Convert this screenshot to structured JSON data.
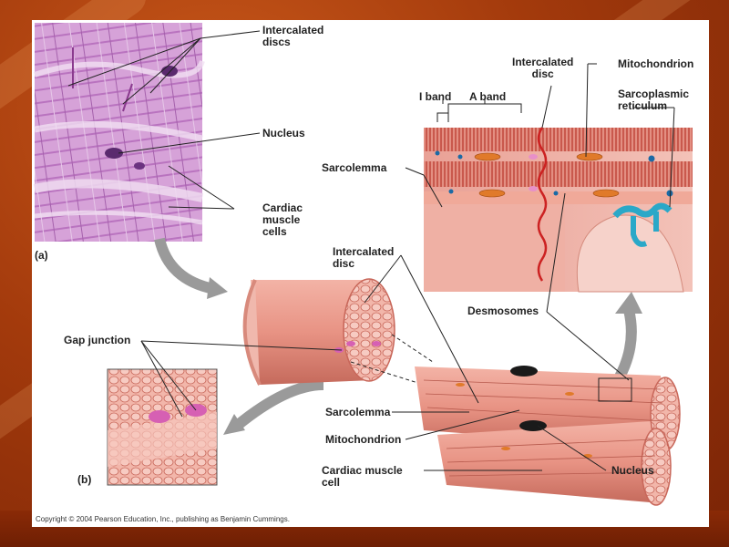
{
  "labels": {
    "intercalated_discs": "Intercalated\ndiscs",
    "nucleus_a": "Nucleus",
    "cardiac_muscle_cells": "Cardiac\nmuscle\ncells",
    "panel_a": "(a)",
    "intercalated_disc_top": "Intercalated\ndisc",
    "mitochondrion_top": "Mitochondrion",
    "i_band": "I band",
    "a_band": "A band",
    "sarcoplasmic_reticulum": "Sarcoplasmic\nreticulum",
    "sarcolemma_top": "Sarcolemma",
    "intercalated_disc_mid": "Intercalated\ndisc",
    "desmosomes": "Desmosomes",
    "gap_junction": "Gap junction",
    "sarcolemma_bottom": "Sarcolemma",
    "mitochondrion_bottom": "Mitochondrion",
    "cardiac_muscle_cell": "Cardiac muscle\ncell",
    "nucleus_b": "Nucleus",
    "panel_b": "(b)"
  },
  "copyright": "Copyright © 2004 Pearson Education, Inc., publishing as Benjamin Cummings.",
  "colors": {
    "background": "#a33a0c",
    "muscle": "#e89a8c",
    "muscle_dark": "#c8675a",
    "histology": "#d49ad8",
    "membrane_red": "#cc2222",
    "sr_blue": "#2aa8c8",
    "arrow_gray": "#9a9a9a"
  }
}
